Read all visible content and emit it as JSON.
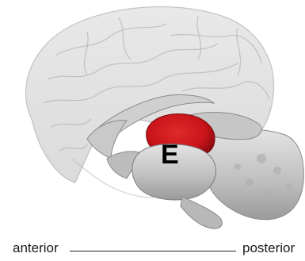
{
  "figure": {
    "structure_label": "E",
    "orientation": {
      "left": "anterior",
      "right": "posterior"
    }
  },
  "colors": {
    "highlight": "#c8141a",
    "brain_gray": "#c4c4c4",
    "deep_gray": "#a9a9a9",
    "background": "#ffffff"
  }
}
